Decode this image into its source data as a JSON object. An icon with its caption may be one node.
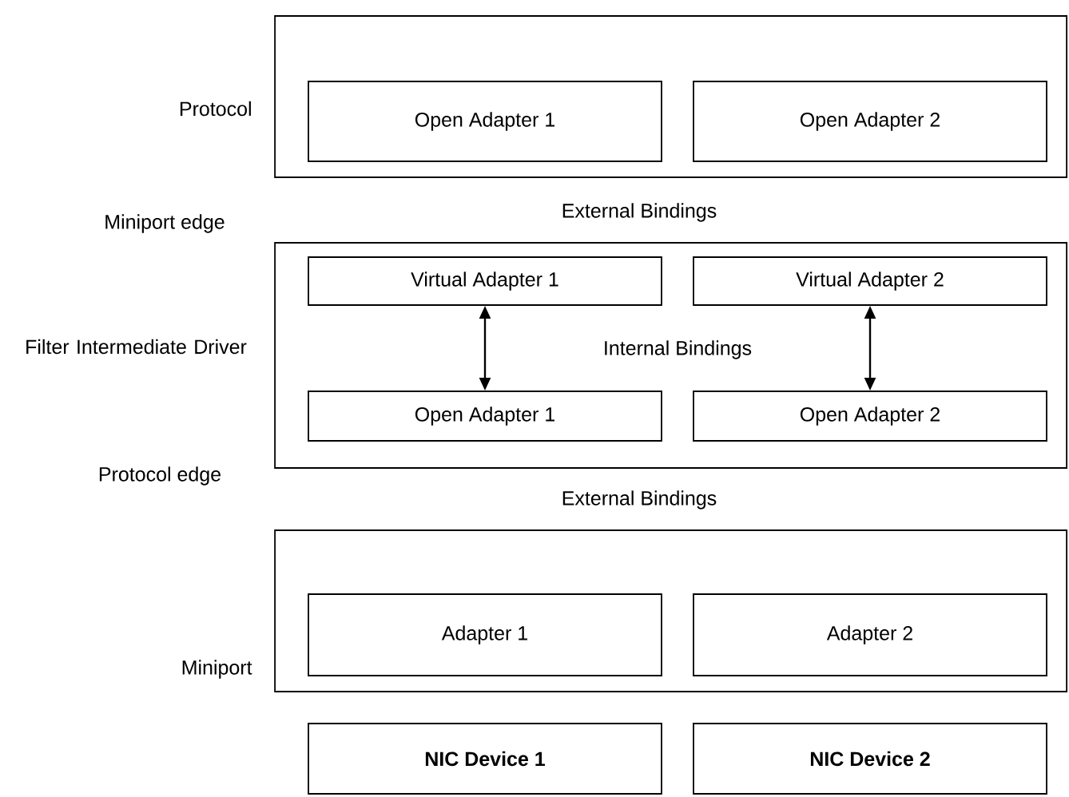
{
  "diagram": {
    "nodes": [
      {
        "text": [
          "Protocol"
        ]
      },
      {
        "text": [
          "Open Adapter 1"
        ],
        "in": 0
      },
      {
        "text": [
          "Open Adapter 2"
        ],
        "in": 0
      },
      {
        "text": [
          "Filter Intermediate Driver"
        ]
      },
      {
        "text": [
          "Virtual Adapter 1"
        ],
        "in": 3
      },
      {
        "text": [
          "Virtual Adapter 2"
        ],
        "in": 3
      },
      {
        "text": [
          "Open Adapter 1"
        ],
        "in": 3
      },
      {
        "text": [
          "Open Adapter 2"
        ],
        "in": 3
      },
      {
        "text": [
          "Miniport"
        ]
      },
      {
        "text": [
          "Adapter 1"
        ],
        "in": 8
      },
      {
        "text": [
          "Adapter 2"
        ],
        "in": 8
      },
      {
        "text": [
          "NIC Device 1"
        ]
      },
      {
        "text": [
          "NIC Device 2"
        ]
      }
    ],
    "edges": [
      {
        "from": 4,
        "to": 6,
        "arrow": "both"
      },
      {
        "from": 5,
        "to": 7,
        "arrow": "both"
      }
    ],
    "labels": [
      "Miniport edge",
      "External Bindings",
      "Internal Bindings",
      "Protocol edge",
      "External Bindings"
    ]
  }
}
